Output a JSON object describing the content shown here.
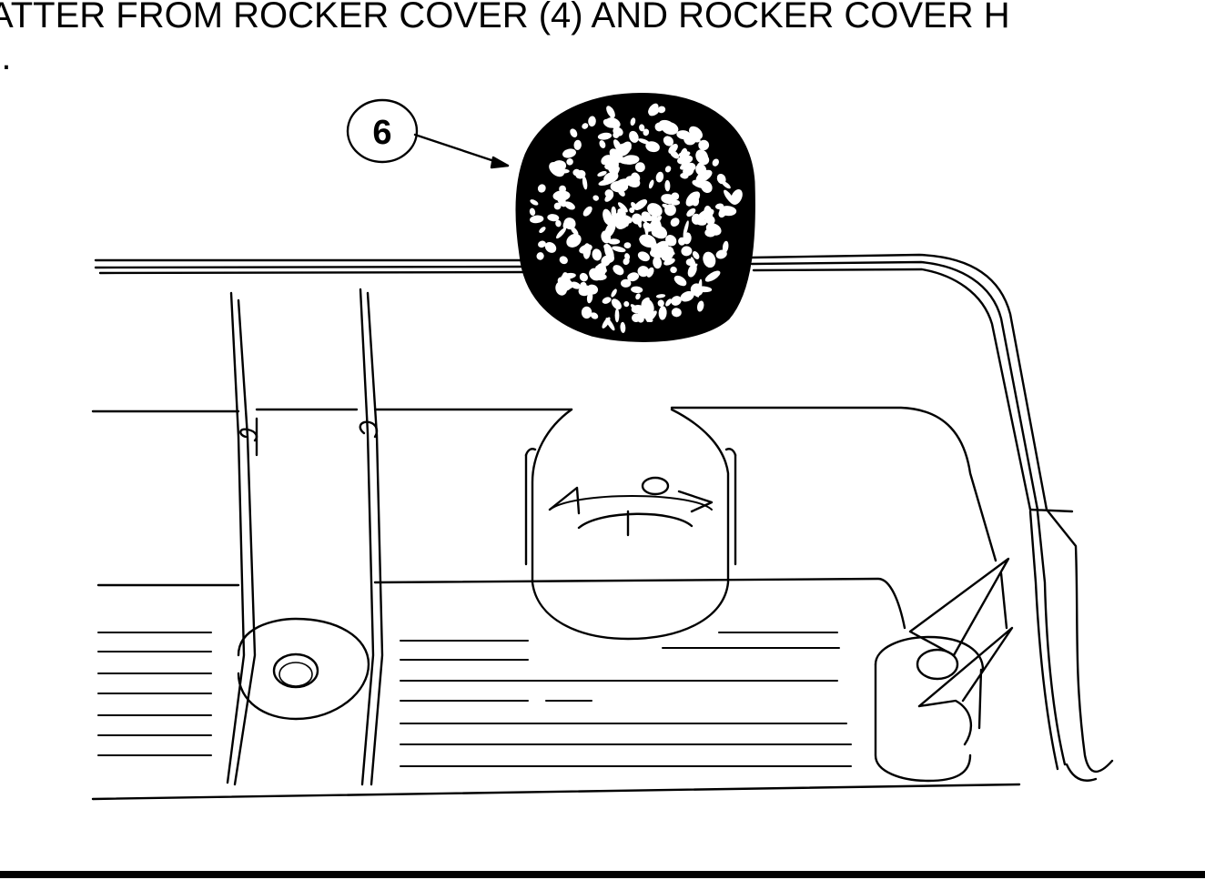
{
  "caption": {
    "line1": "ATTER FROM ROCKER COVER (4) AND ROCKER COVER H",
    "line2": ")."
  },
  "callouts": [
    {
      "label": "6",
      "part": "filter"
    }
  ],
  "colors": {
    "ink": "#000000",
    "paper": "#ffffff"
  }
}
